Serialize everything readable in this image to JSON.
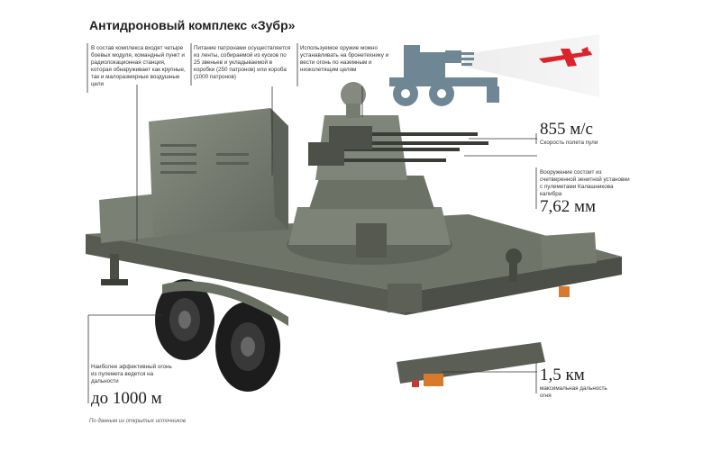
{
  "title": "Антидроновый комплекс «Зубр»",
  "notes": {
    "composition": "В состав комплекса входят четыре боевых модуля, командный пункт и радиолокационная станция, которая обнаруживает как крупные, так и малоразмерные воздушные цели",
    "ammo": "Питание патронами осуществляется из ленты, собираемой из кусков по 25 звеньев и укладываемой в коробки (250 патронов) или короба (1000 патронов)",
    "mounting": "Используемое оружие можно устанавливать на бронетехнику и вести огонь по наземным и низколетящим целям"
  },
  "stats": {
    "speed": {
      "value": "855 м/с",
      "caption": "Скорость полета пули"
    },
    "caliber": {
      "caption": "Вооружение состоит из счетверенной зенитной установки с пулеметами Калашникова калибра",
      "value": "7,62 мм"
    },
    "range_max": {
      "value": "1,5 км",
      "caption": "максимальная дальность огня"
    },
    "range_effective": {
      "caption": "Наиболее эффективный огонь из пулемета ведется на дальности",
      "value": "до 1000 м"
    }
  },
  "source": "По данным из открытых источников",
  "colors": {
    "vehicle": "#6f7468",
    "vehicle_dark": "#3f433c",
    "vehicle_light": "#8b9084",
    "icon_blue": "#6f8794",
    "drone_red": "#d9242c",
    "beam": "#e6e6e6",
    "leader": "#333333"
  },
  "icons": [
    "combat-vehicle-icon",
    "drone-icon",
    "fire-beam-icon"
  ]
}
